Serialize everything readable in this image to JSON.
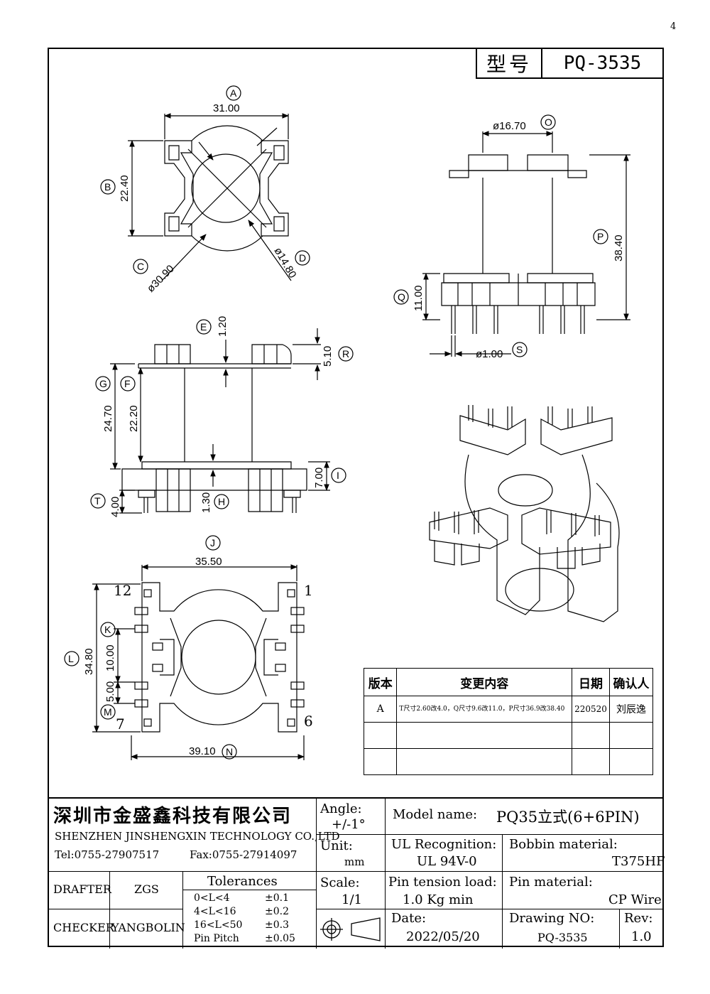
{
  "header": {
    "corner_mark": "4",
    "model_label": "型号",
    "model_value": "PQ-3535"
  },
  "dimensions": {
    "A": "31.00",
    "B": "22.40",
    "C": "ø30.90",
    "D": "ø14.80",
    "O": "ø16.70",
    "P": "38.40",
    "Q": "11.00",
    "S": "ø1.00",
    "E": "1.20",
    "R": "5.10",
    "G": "24.70",
    "F": "22.20",
    "I": "7.00",
    "T": "4.00",
    "H": "1.30",
    "J": "35.50",
    "L": "34.80",
    "K": "10.00",
    "M": "5.00",
    "N": "39.10"
  },
  "letters": [
    "A",
    "B",
    "C",
    "D",
    "O",
    "P",
    "Q",
    "S",
    "E",
    "R",
    "G",
    "F",
    "I",
    "T",
    "H",
    "J",
    "L",
    "K",
    "M",
    "N"
  ],
  "pins": {
    "top_left": "12",
    "top_right": "1",
    "bottom_left": "7",
    "bottom_right": "6"
  },
  "revision_table": {
    "headers": [
      "版本",
      "变更内容",
      "日期",
      "确认人"
    ],
    "rows": [
      {
        "version": "A",
        "content": "T尺寸2.60改4.0，Q尺寸9.6改11.0，P尺寸36.9改38.40",
        "date": "220520",
        "confirm": "刘辰逸"
      },
      {
        "version": "",
        "content": "",
        "date": "",
        "confirm": ""
      },
      {
        "version": "",
        "content": "",
        "date": "",
        "confirm": ""
      }
    ]
  },
  "title_block": {
    "company_cn": "深圳市金盛鑫科技有限公司",
    "company_en": "SHENZHEN JINSHENGXIN TECHNOLOGY CO.,LTD",
    "tel": "Tel:0755-27907517",
    "fax": "Fax:0755-27914097",
    "drafter_label": "DRAFTER",
    "drafter": "ZGS",
    "checker_label": "CHECKER",
    "checker": "YANGBOLIN",
    "tolerances_title": "Tolerances",
    "tolerances": [
      {
        "range": "0<L<4",
        "value": "±0.1"
      },
      {
        "range": "4<L<16",
        "value": "±0.2"
      },
      {
        "range": "16<L<50",
        "value": "±0.3"
      },
      {
        "range": "Pin Pitch",
        "value": "±0.05"
      }
    ],
    "angle_label": "Angle:",
    "angle_value": "+/-1°",
    "unit_label": "Unit:",
    "unit_value": "mm",
    "scale_label": "Scale:",
    "scale_value": "1/1",
    "model_name_label": "Model name:",
    "model_name_value": "PQ35立式(6+6PIN)",
    "ul_label": "UL Recognition:",
    "ul_value": "UL 94V-0",
    "bobbin_label": "Bobbin material:",
    "bobbin_value": "T375HF",
    "pin_tension_label": "Pin tension load:",
    "pin_tension_value": "1.0 Kg min",
    "pin_material_label": "Pin material:",
    "pin_material_value": "CP Wire",
    "date_label": "Date:",
    "date_value": "2022/05/20",
    "drawing_no_label": "Drawing NO:",
    "drawing_no_value": "PQ-3535",
    "rev_label": "Rev:",
    "rev_value": "1.0"
  }
}
